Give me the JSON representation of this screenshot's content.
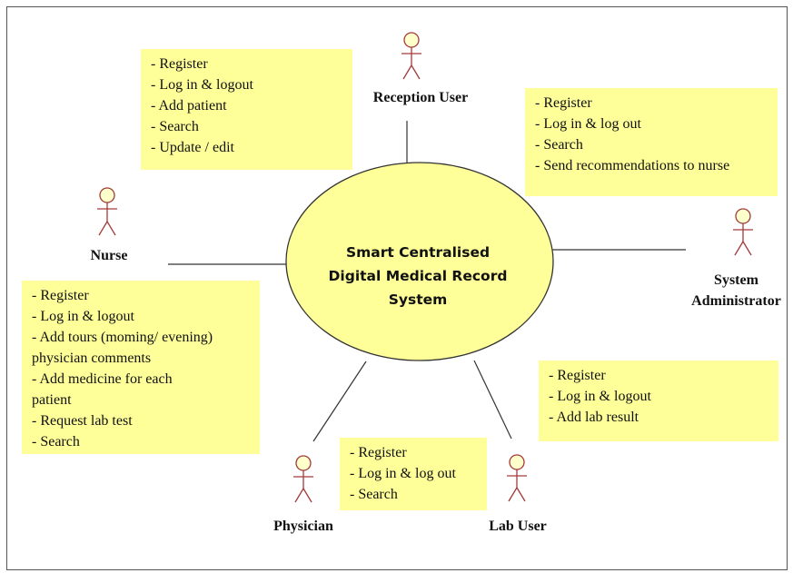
{
  "system": {
    "title_line1": "Smart Centralised",
    "title_line2": "Digital Medical Record",
    "title_line3": "System",
    "fill": "#ffff99"
  },
  "actors": {
    "reception": {
      "label": "Reception User"
    },
    "nurse": {
      "label": "Nurse"
    },
    "admin": {
      "label_line1": "System",
      "label_line2": "Administrator"
    },
    "physician": {
      "label": "Physician"
    },
    "lab": {
      "label": "Lab User"
    }
  },
  "notes": {
    "reception": [
      "- Register",
      "- Log in & logout",
      "- Add patient",
      "- Search",
      "- Update / edit"
    ],
    "admin": [
      "- Register",
      "- Log in & log out",
      "- Search",
      "- Send recommendations to nurse"
    ],
    "nurse": [
      "- Register",
      "- Log in & logout",
      "- Add tours (moming/ evening)",
      "physician comments",
      "- Add medicine for each",
      "patient",
      "- Request lab test",
      "- Search"
    ],
    "lab": [
      "- Register",
      "- Log in & logout",
      "- Add lab result"
    ],
    "physician": [
      "- Register",
      "- Log in & log out",
      "- Search"
    ]
  },
  "colors": {
    "note_fill": "#ffff99",
    "actor_stroke": "#a33a3a",
    "actor_fill": "#ffffcc"
  }
}
